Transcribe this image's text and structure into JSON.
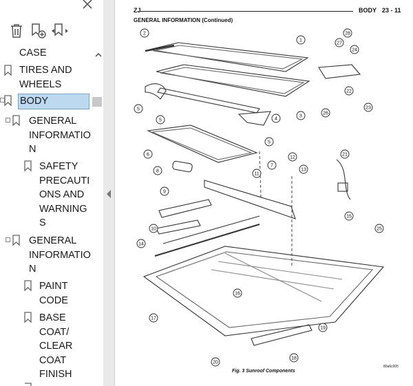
{
  "toolbar": {
    "close_icon": "close-icon",
    "delete_icon": "trash-icon",
    "add_icon": "add-bookmark-icon",
    "move_icon": "move-bookmark-icon"
  },
  "bookmarks": [
    {
      "label": "CASE"
    },
    {
      "label": "TIRES AND WHEELS"
    },
    {
      "label": "BODY",
      "selected": true
    },
    {
      "label": "GENERAL INFORMATION"
    },
    {
      "label": "SAFETY PRECAUTIONS AND WARNINGS"
    },
    {
      "label": "GENERAL INFORMATION"
    },
    {
      "label": "PAINT CODE"
    },
    {
      "label": "BASE COAT/ CLEAR COAT FINISH"
    }
  ],
  "bookmark_lines": {
    "case": [
      "CASE"
    ],
    "tires": [
      "TIRES AND",
      "WHEELS"
    ],
    "body": [
      "BODY"
    ],
    "geninfo1": [
      "GENERAL",
      "INFORMATIO",
      "N"
    ],
    "safety": [
      "SAFETY",
      "PRECAUTI",
      "ONS AND",
      "WARNING",
      "S"
    ],
    "geninfo2": [
      "GENERAL",
      "INFORMATIO",
      "N"
    ],
    "paint": [
      "PAINT",
      "CODE"
    ],
    "basecoat": [
      "BASE",
      "COAT/",
      "CLEAR",
      "COAT",
      "FINISH"
    ]
  },
  "page": {
    "header_left": "ZJ",
    "header_right": "BODY",
    "page_number": "23 - 11",
    "section_title": "GENERAL INFORMATION (Continued)",
    "figure_caption": "Fig. 3 Sunroof Components",
    "figure_code": "80a6c005",
    "callouts": [
      "1",
      "2",
      "3",
      "4",
      "5",
      "5",
      "5",
      "6",
      "7",
      "8",
      "9",
      "10",
      "11",
      "12",
      "13",
      "14",
      "15",
      "16",
      "17",
      "18",
      "19",
      "20",
      "21",
      "22",
      "23",
      "24",
      "25",
      "26",
      "27",
      "28"
    ]
  },
  "colors": {
    "selected_bg": "#bcd9ef",
    "selected_border": "#6aa8d8",
    "splitter": "#e9e9e9"
  }
}
